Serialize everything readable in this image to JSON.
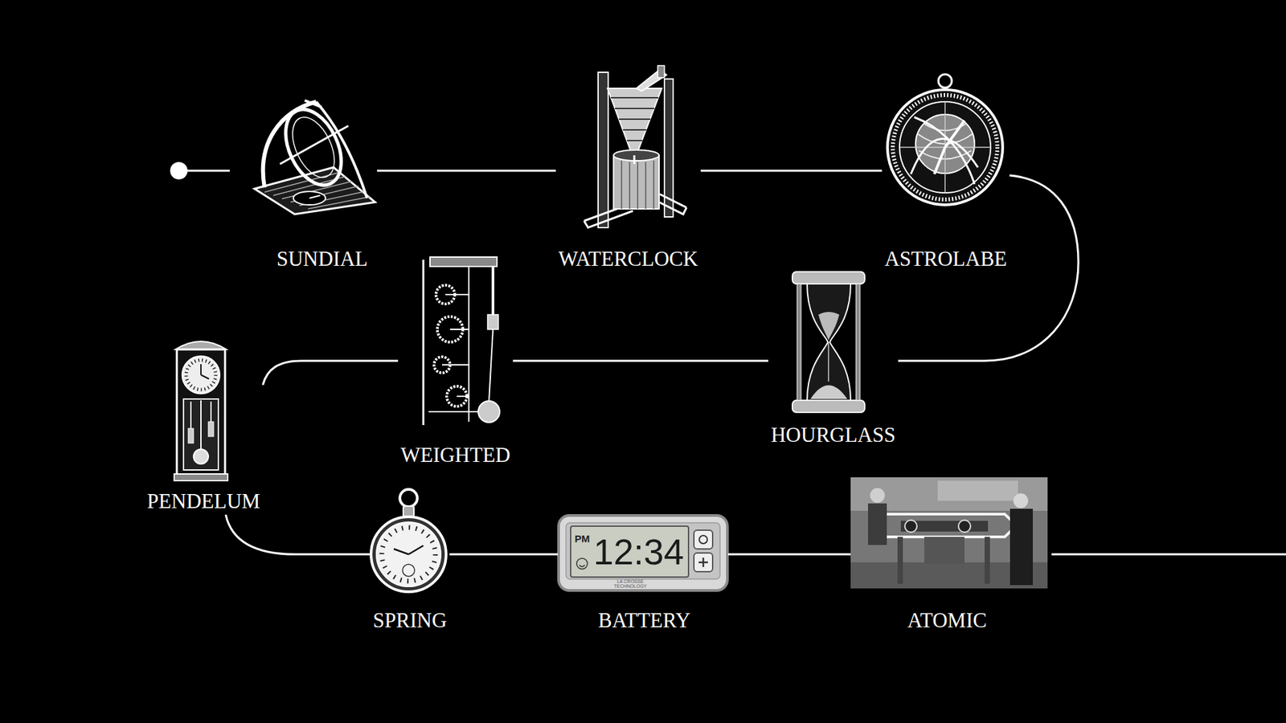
{
  "diagram": {
    "nodes": [
      {
        "text": [
          "SUNDIAL"
        ]
      },
      {
        "text": [
          "WATERCLOCK"
        ]
      },
      {
        "text": [
          "ASTROLABE"
        ]
      },
      {
        "text": [
          "HOURGLASS"
        ]
      },
      {
        "text": [
          "WEIGHTED"
        ]
      },
      {
        "text": [
          "PENDELUM"
        ]
      },
      {
        "text": [
          "SPRING"
        ]
      },
      {
        "text": [
          "BATTERY"
        ]
      },
      {
        "text": [
          "ATOMIC"
        ]
      }
    ],
    "edges": [
      {
        "from": 0,
        "to": 1,
        "arrow": "none"
      },
      {
        "from": 1,
        "to": 2,
        "arrow": "none"
      },
      {
        "from": 2,
        "to": 3,
        "arrow": "none"
      },
      {
        "from": 3,
        "to": 4,
        "arrow": "none"
      },
      {
        "from": 4,
        "to": 5,
        "arrow": "none"
      },
      {
        "from": 5,
        "to": 6,
        "arrow": "none"
      },
      {
        "from": 6,
        "to": 7,
        "arrow": "none"
      },
      {
        "from": 7,
        "to": 8,
        "arrow": "none"
      }
    ],
    "labels": [
      "PM",
      "12:34",
      "LA CROSSE TECHNOLOGY"
    ]
  }
}
